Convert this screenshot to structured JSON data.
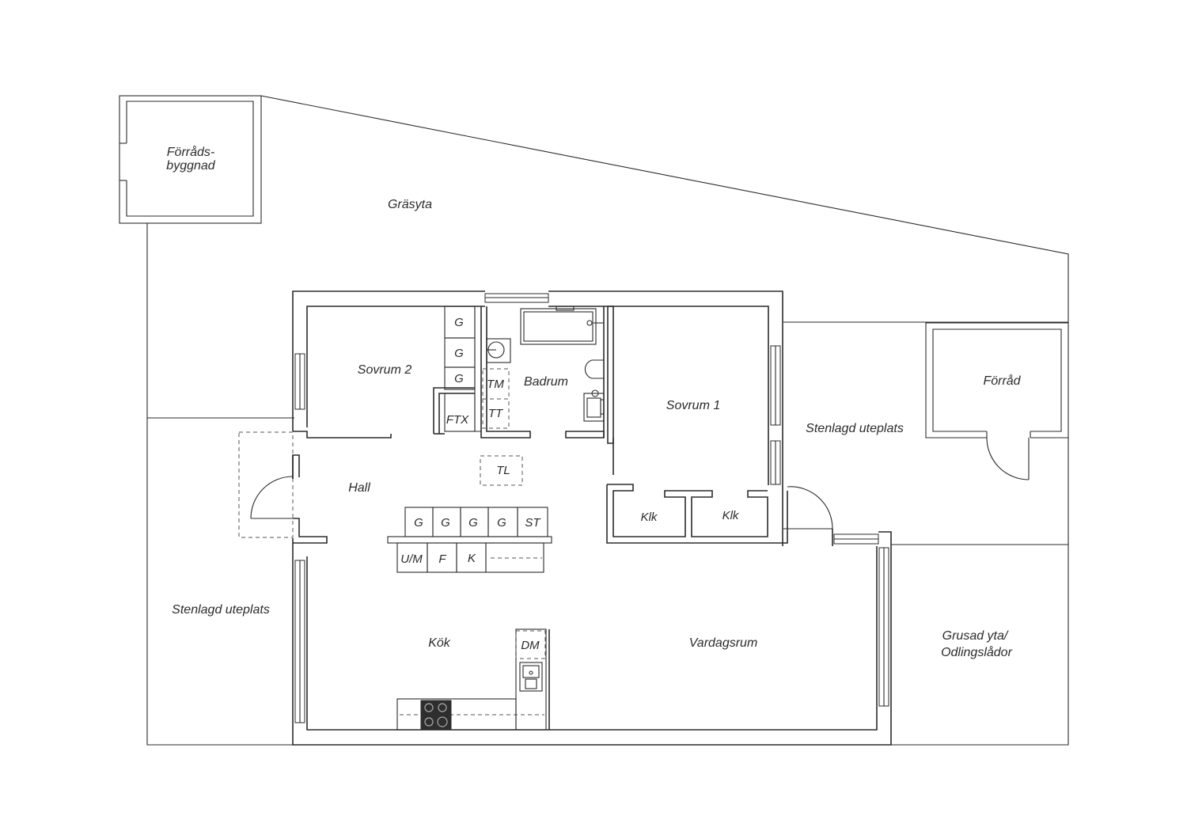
{
  "labels": {
    "forrads_byggnad_1": "Förråds-",
    "forrads_byggnad_2": "byggnad",
    "grasyta": "Gräsyta",
    "sovrum2": "Sovrum 2",
    "badrum": "Badrum",
    "sovrum1": "Sovrum 1",
    "forrad": "Förråd",
    "stenlagd_uteplats_right": "Stenlagd  uteplats",
    "hall": "Hall",
    "stenlagd_uteplats_left": "Stenlagd  uteplats",
    "kok": "Kök",
    "vardagsrum": "Vardagsrum",
    "grusad_1": "Grusad yta/",
    "grusad_2": "Odlingslådor",
    "klk": "Klk",
    "g": "G",
    "st": "ST",
    "um": "U/M",
    "f": "F",
    "k": "K",
    "tm": "TM",
    "tt": "TT",
    "ftx": "FTX",
    "tl": "TL",
    "dm": "DM"
  }
}
